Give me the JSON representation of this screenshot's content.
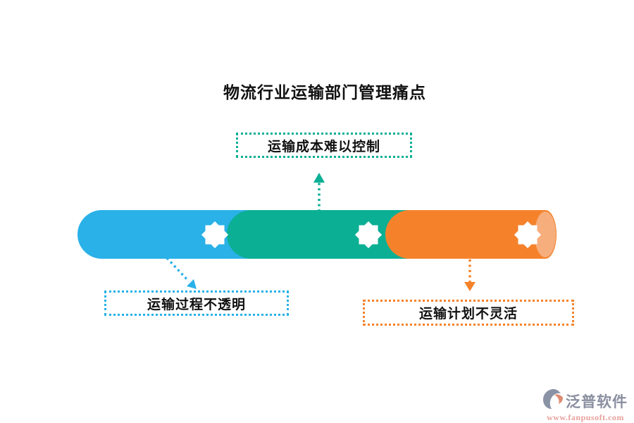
{
  "title": "物流行业运输部门管理痛点",
  "pain_points": [
    {
      "label": "运输成本难以控制",
      "color": "#0baf94",
      "position": "top-center",
      "points_to": "green-segment"
    },
    {
      "label": "运输过程不透明",
      "color": "#29b1e8",
      "position": "bottom-left",
      "points_to": "blue-segment"
    },
    {
      "label": "运输计划不灵活",
      "color": "#f5822b",
      "position": "bottom-right",
      "points_to": "orange-segment"
    }
  ],
  "pipe": {
    "segments": [
      {
        "name": "blue-segment",
        "color": "#29b1e8",
        "icon": "eight-point-star-icon"
      },
      {
        "name": "green-segment",
        "color": "#0baf94",
        "icon": "eight-point-star-icon"
      },
      {
        "name": "orange-segment",
        "color": "#f5822b",
        "icon": "eight-point-star-icon"
      }
    ],
    "end_cap_color": "#f7ae7d"
  },
  "watermark": {
    "brand": "泛普软件",
    "url": "www.fanpusoft.com",
    "brand_color": "#8a8fa0",
    "url_color": "#e8a09c"
  }
}
